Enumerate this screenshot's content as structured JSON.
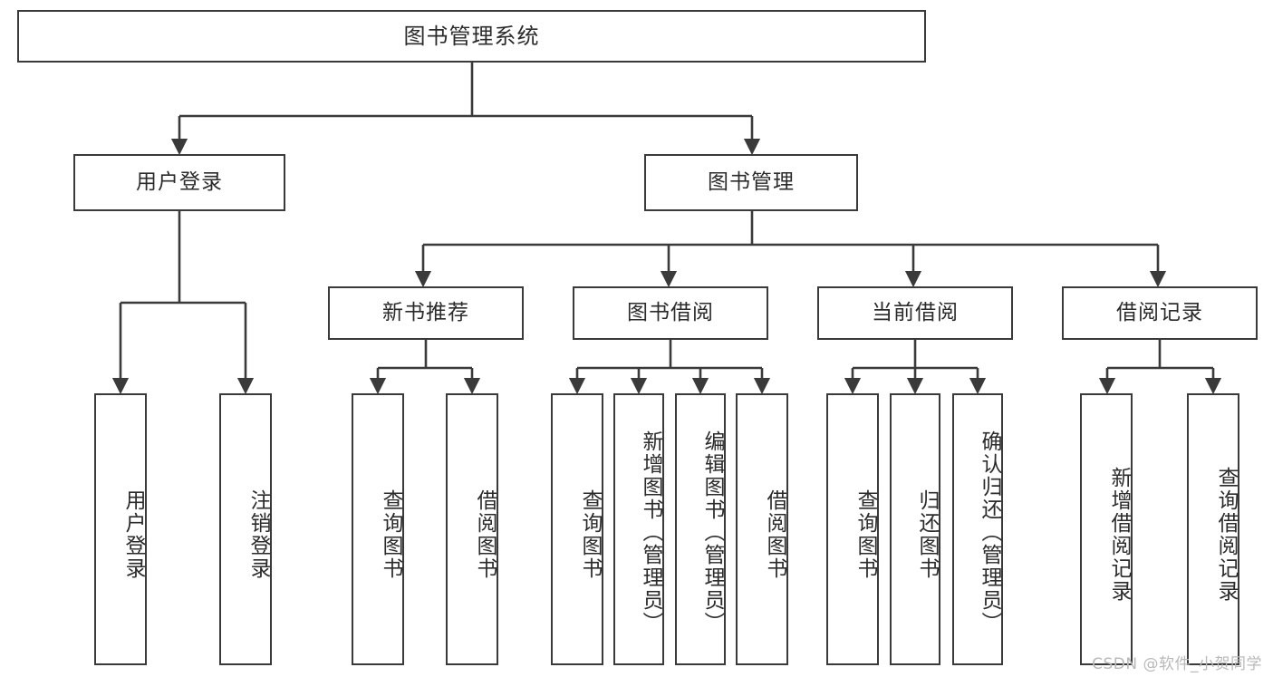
{
  "diagram": {
    "type": "tree-hierarchy-functional-decomposition",
    "title": "图书管理系统",
    "watermark": "CSDN @软件_小贺同学",
    "colors": {
      "stroke": "#3a3a3a",
      "fill": "#ffffff",
      "text": "#2b2b2b",
      "watermark": "#b9b9b9"
    },
    "levels": {
      "root": {
        "label": "图书管理系统"
      },
      "level2": [
        {
          "id": "user-login",
          "label": "用户登录"
        },
        {
          "id": "book-manage",
          "label": "图书管理"
        }
      ],
      "level3": [
        {
          "id": "new-book-recommend",
          "label": "新书推荐",
          "parent": "book-manage"
        },
        {
          "id": "book-borrow",
          "label": "图书借阅",
          "parent": "book-manage"
        },
        {
          "id": "current-borrow",
          "label": "当前借阅",
          "parent": "book-manage"
        },
        {
          "id": "borrow-record",
          "label": "借阅记录",
          "parent": "book-manage"
        }
      ],
      "leaves": [
        {
          "id": "leaf-user-login",
          "label": "用户登录",
          "parent": "user-login"
        },
        {
          "id": "leaf-logout",
          "label": "注销登录",
          "parent": "user-login"
        },
        {
          "id": "leaf-query-book-1",
          "label": "查询图书",
          "parent": "new-book-recommend"
        },
        {
          "id": "leaf-borrow-book-1",
          "label": "借阅图书",
          "parent": "new-book-recommend"
        },
        {
          "id": "leaf-query-book-2",
          "label": "查询图书",
          "parent": "book-borrow"
        },
        {
          "id": "leaf-add-book",
          "label": "新增图书（管理员）",
          "parent": "book-borrow"
        },
        {
          "id": "leaf-edit-book",
          "label": "编辑图书（管理员）",
          "parent": "book-borrow"
        },
        {
          "id": "leaf-borrow-book-2",
          "label": "借阅图书",
          "parent": "book-borrow"
        },
        {
          "id": "leaf-query-book-3",
          "label": "查询图书",
          "parent": "current-borrow"
        },
        {
          "id": "leaf-return-book",
          "label": "归还图书",
          "parent": "current-borrow"
        },
        {
          "id": "leaf-confirm-return",
          "label": "确认归还（管理员）",
          "parent": "current-borrow"
        },
        {
          "id": "leaf-add-record",
          "label": "新增借阅记录",
          "parent": "borrow-record"
        },
        {
          "id": "leaf-query-record",
          "label": "查询借阅记录",
          "parent": "borrow-record"
        }
      ]
    }
  }
}
